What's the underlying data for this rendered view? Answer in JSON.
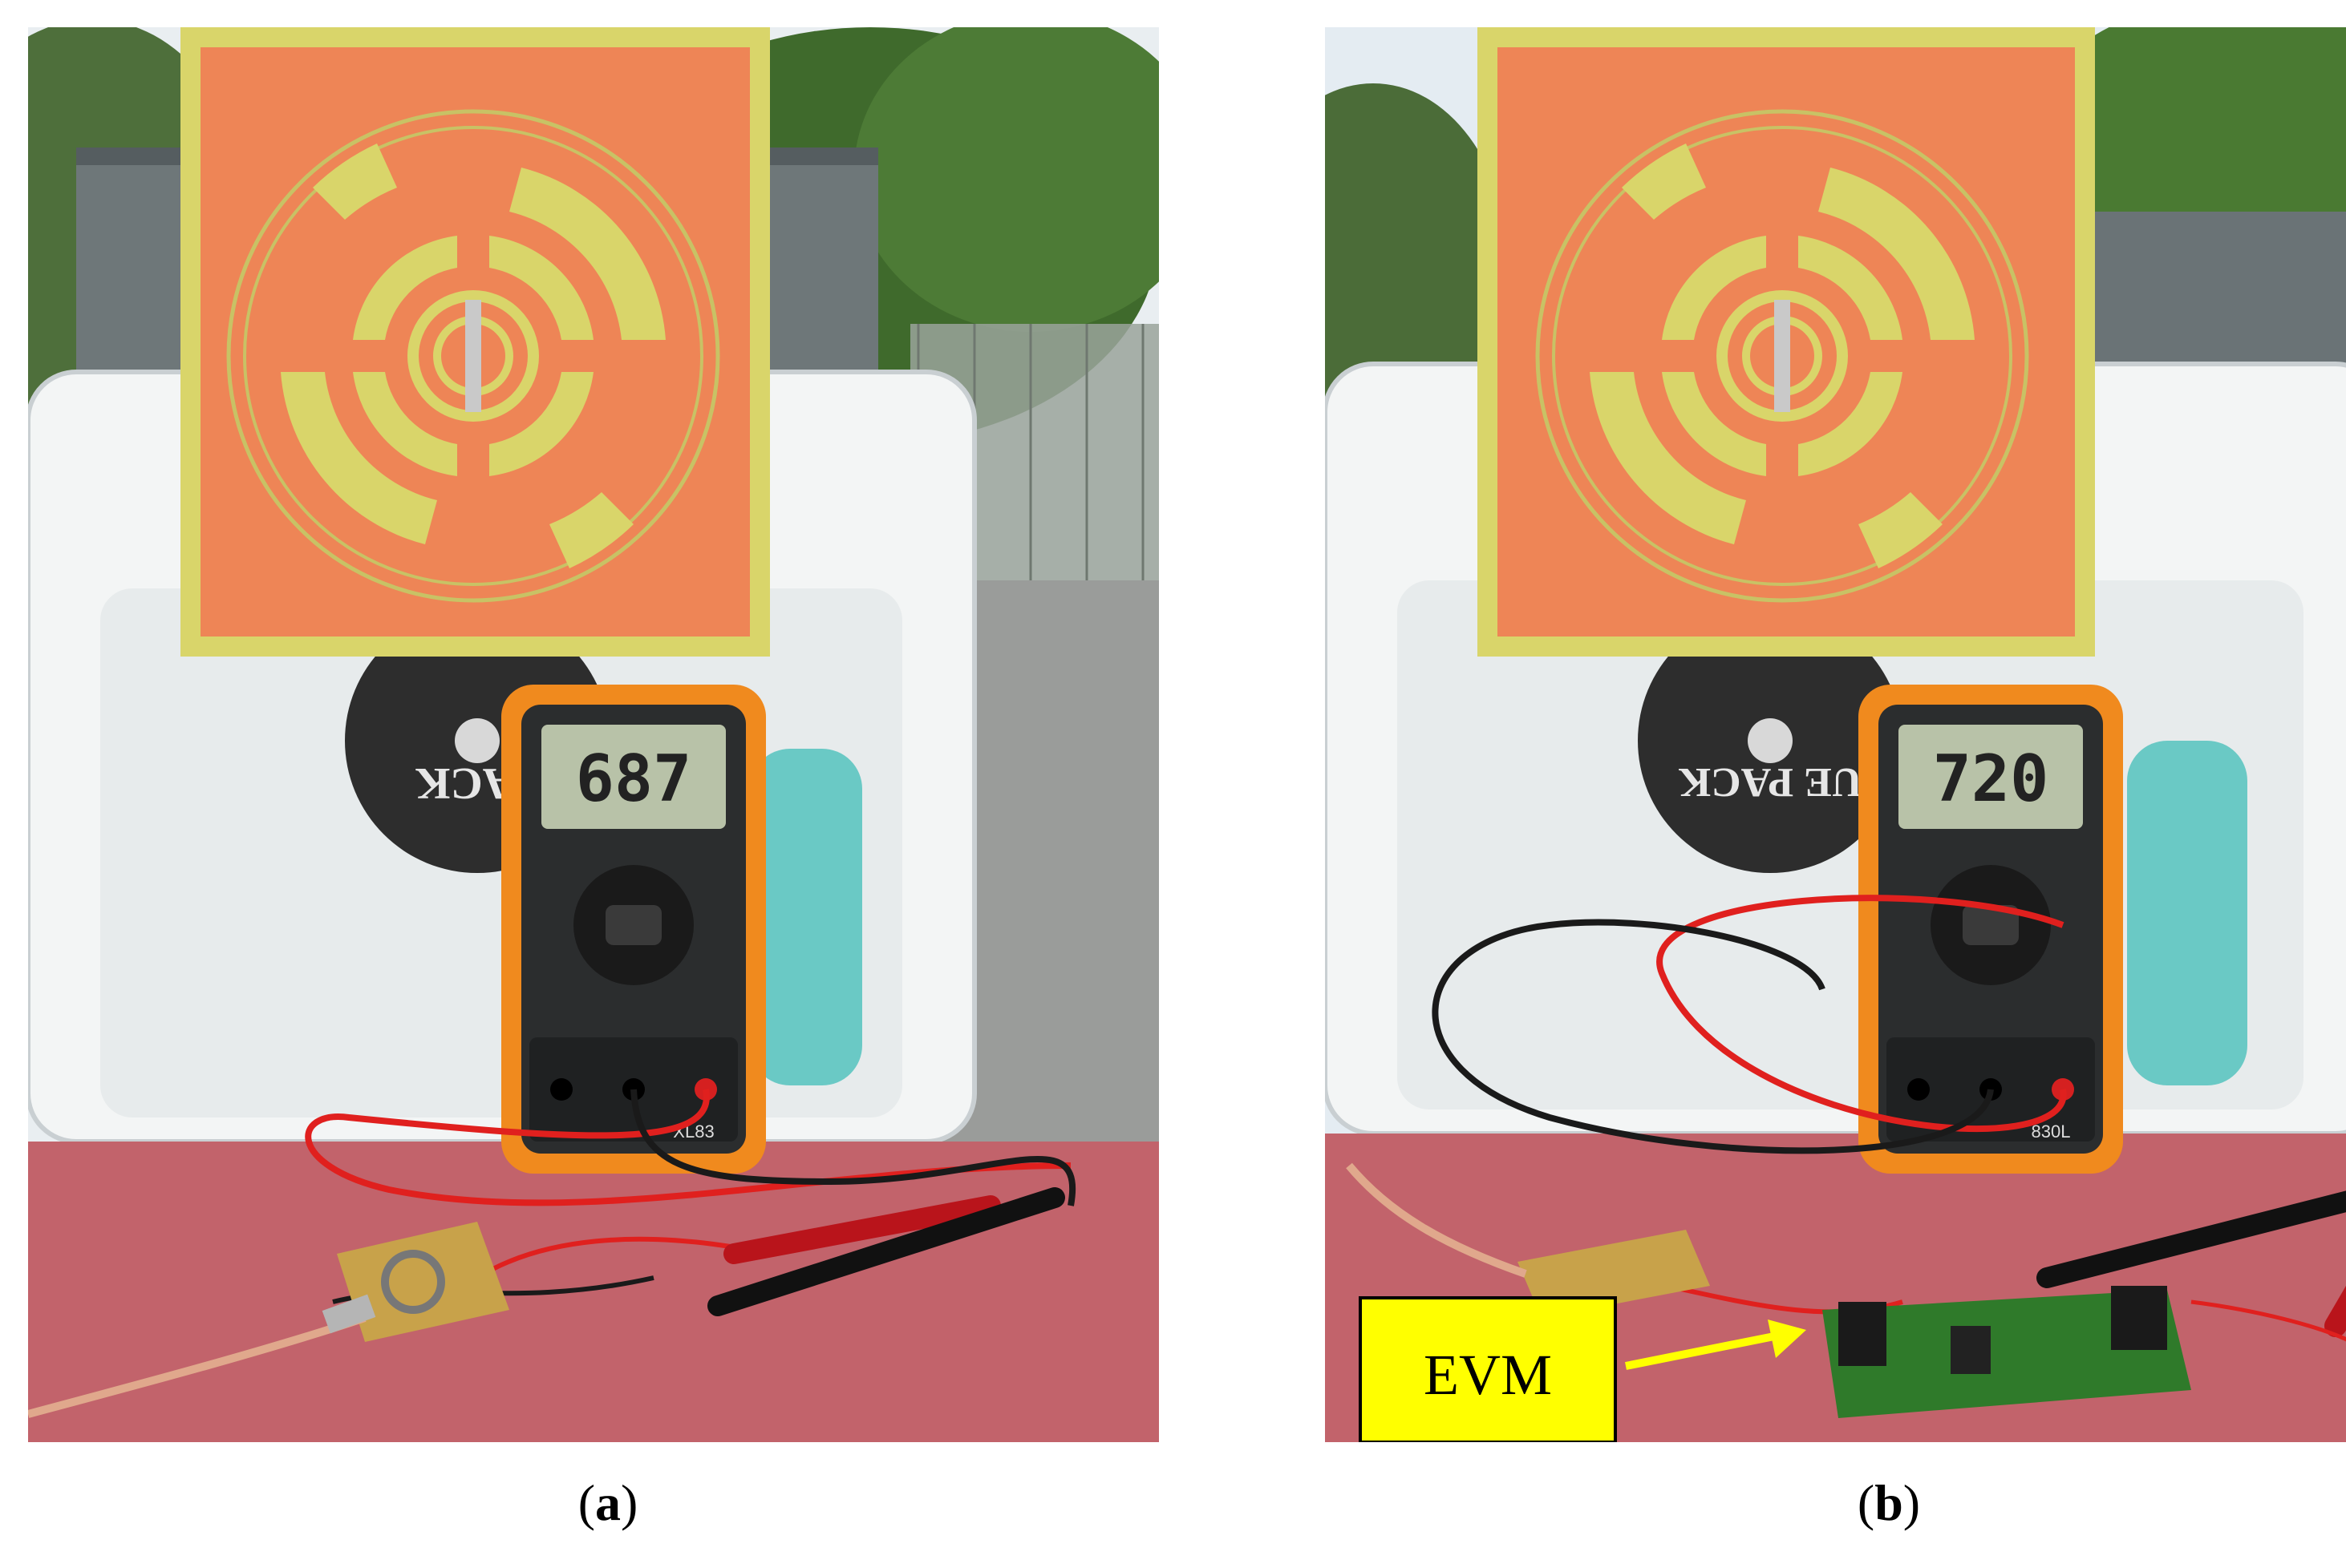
{
  "panels": [
    {
      "id": "a",
      "caption": {
        "open": "(",
        "letter": "a",
        "close": ")"
      },
      "meter_reading": "687",
      "meter_model": "XL83",
      "disc_text": "PACK"
    },
    {
      "id": "b",
      "caption": {
        "open": "(",
        "letter": "b",
        "close": ")"
      },
      "meter_reading": "720",
      "meter_model": "830L",
      "disc_text": "UE PACK",
      "label_box": "EVM"
    }
  ],
  "colors": {
    "board_substrate": "#d9d56a",
    "copper_mask": "#ee8556",
    "meter_case": "#f08a1e",
    "lcd": "#b8c2a8",
    "table": "#c2636b",
    "evm_box": "#ffff00",
    "arrow": "#ffff00",
    "wire_red": "#e0201e",
    "wire_black": "#1a1a1a"
  }
}
